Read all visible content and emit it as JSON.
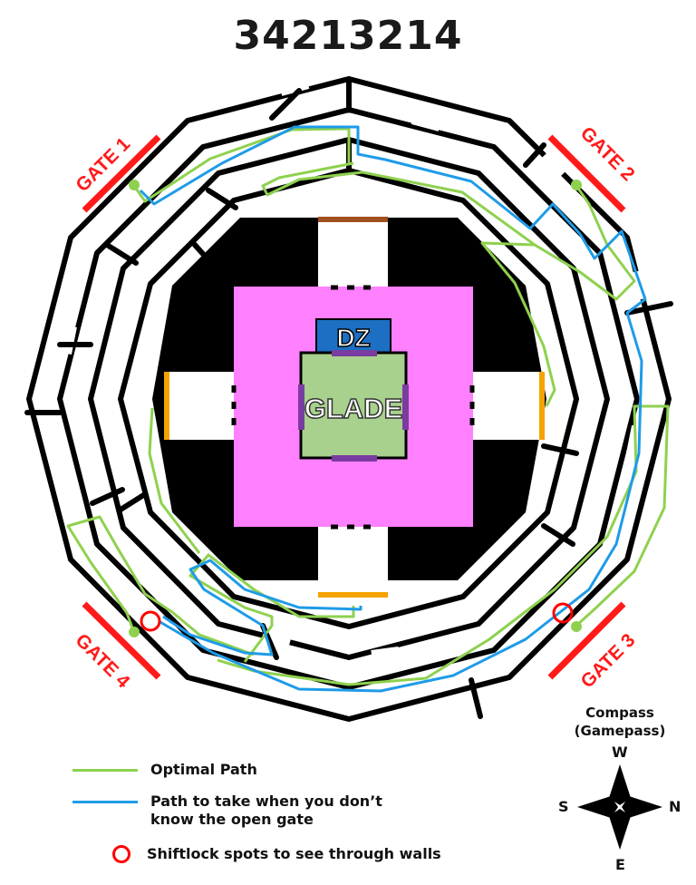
{
  "title": "34213214",
  "center": {
    "glade_label": "GLADE",
    "dz_label": "DZ"
  },
  "gates": [
    {
      "label": "GATE 1"
    },
    {
      "label": "GATE 2"
    },
    {
      "label": "GATE 3"
    },
    {
      "label": "GATE 4"
    }
  ],
  "legend": {
    "optimal": "Optimal Path",
    "unknown_line1": "Path to take when you don’t",
    "unknown_line2": "know the open gate",
    "shiftlock": "Shiftlock spots to see through walls"
  },
  "compass": {
    "title_line1": "Compass",
    "title_line2": "(Gamepass)",
    "w": "W",
    "e": "E",
    "s": "S",
    "n": "N"
  },
  "colors": {
    "optimal": "#8fd14f",
    "unknown": "#1e9be8",
    "gate": "#ff1a1a",
    "glade": "#a8d18d",
    "glade_zone": "#ff80ff",
    "dz": "#1c6fc2",
    "doors_orange": "#f5a300",
    "door_top": "#a0501e",
    "door_purple": "#7a3ca0"
  }
}
